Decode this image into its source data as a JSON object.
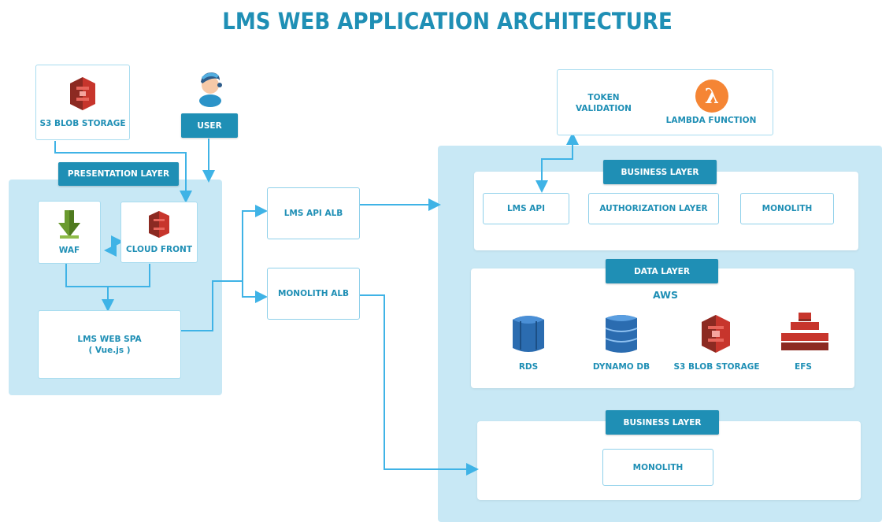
{
  "title": "LMS WEB APPLICATION ARCHITECTURE",
  "top_left": {
    "s3_label": "S3 BLOB STORAGE",
    "user_label": "USER"
  },
  "presentation": {
    "tab": "PRESENTATION LAYER",
    "waf": "WAF",
    "cloudfront": "CLOUD FRONT",
    "spa_line1": "LMS WEB SPA",
    "spa_line2": "( Vue.js )"
  },
  "albs": {
    "api_alb": "LMS API ALB",
    "monolith_alb": "MONOLITH ALB"
  },
  "auth": {
    "token_line1": "TOKEN",
    "token_line2": "VALIDATION",
    "lambda_label": "LAMBDA FUNCTION"
  },
  "business_layer_1": {
    "tab": "BUSINESS LAYER",
    "items": [
      "LMS API",
      "AUTHORIZATION  LAYER",
      "MONOLITH"
    ]
  },
  "data_layer": {
    "tab": "DATA LAYER",
    "provider": "AWS",
    "items": [
      "RDS",
      "DYNAMO DB",
      "S3 BLOB STORAGE",
      "EFS"
    ]
  },
  "business_layer_2": {
    "tab": "BUSINESS LAYER",
    "item": "MONOLITH"
  },
  "colors": {
    "accent": "#1f8fb5",
    "region": "#c8e8f5",
    "arrow": "#3fb3e6",
    "aws_red": "#c7352c",
    "waf_green": "#6a9a2f",
    "db_blue": "#2b6cb0",
    "lambda_orange": "#f58534"
  }
}
